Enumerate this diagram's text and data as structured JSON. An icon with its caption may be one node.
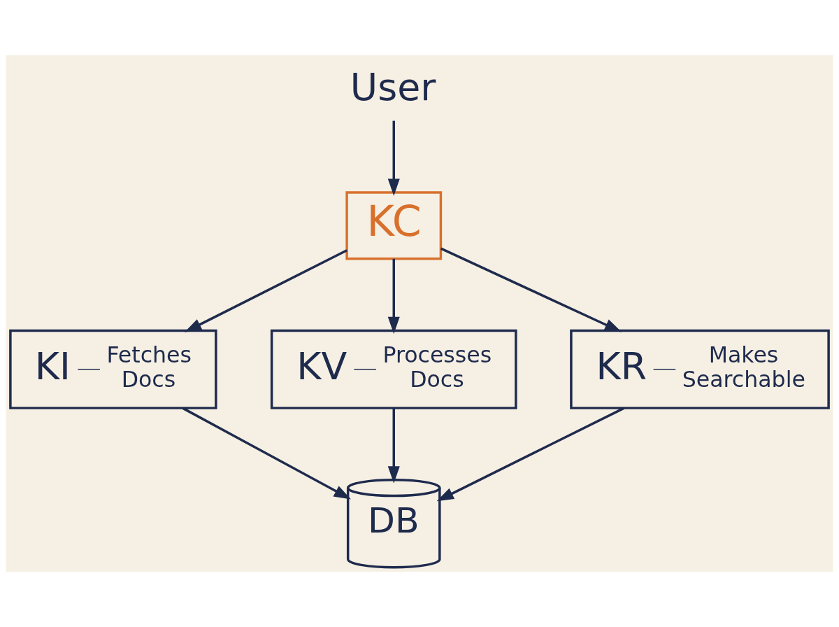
{
  "diagram": {
    "nodes": [
      {
        "text": [
          "User"
        ]
      },
      {
        "text": [
          "KC"
        ]
      },
      {
        "text": [
          "KI",
          "Fetches Docs"
        ]
      },
      {
        "text": [
          "KV",
          "Processes Docs"
        ]
      },
      {
        "text": [
          "KR",
          "Makes Searchable"
        ]
      },
      {
        "text": [
          "DB"
        ]
      }
    ],
    "edges": [
      {
        "from": 0,
        "to": 1,
        "arrow": "to"
      },
      {
        "from": 1,
        "to": 2,
        "arrow": "to"
      },
      {
        "from": 1,
        "to": 3,
        "arrow": "to"
      },
      {
        "from": 1,
        "to": 4,
        "arrow": "to"
      },
      {
        "from": 2,
        "to": 5,
        "arrow": "to"
      },
      {
        "from": 3,
        "to": 5,
        "arrow": "to"
      },
      {
        "from": 4,
        "to": 5,
        "arrow": "to"
      }
    ]
  }
}
